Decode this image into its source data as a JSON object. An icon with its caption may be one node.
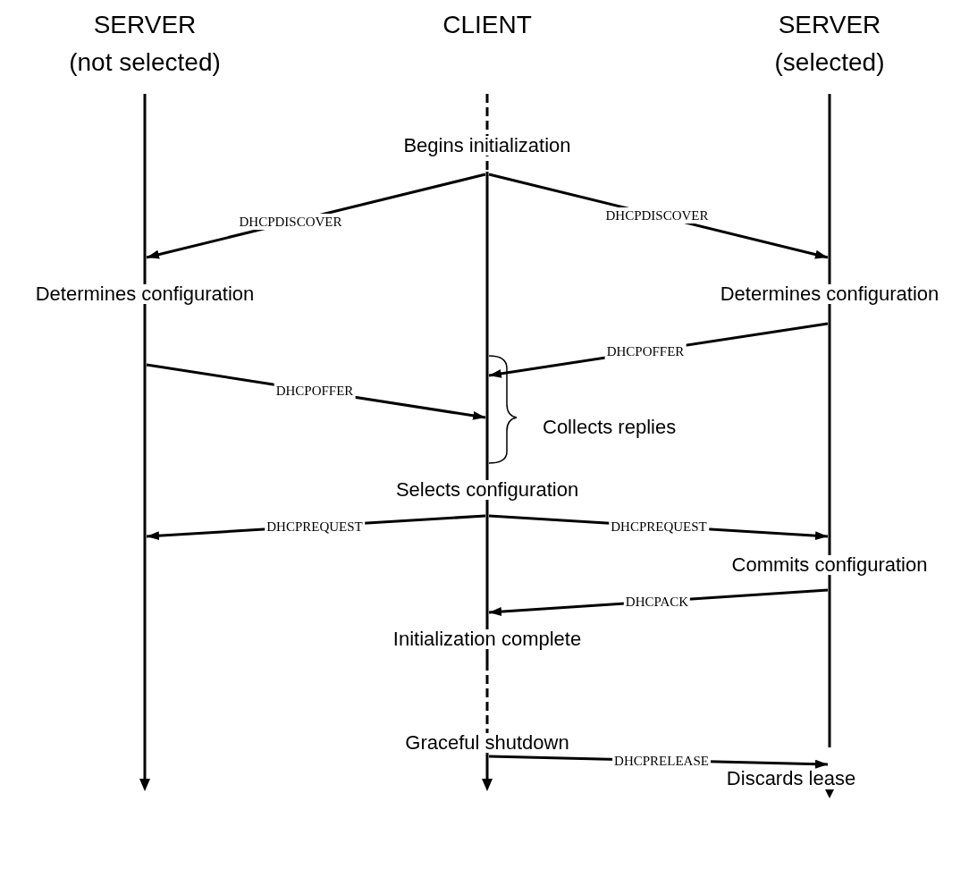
{
  "diagram": {
    "nodes": [
      {
        "text": [
          "SERVER",
          "(not selected)",
          "Determines configuration"
        ]
      },
      {
        "text": [
          "CLIENT",
          "Begins initialization",
          "Collects replies",
          "Selects configuration",
          "Initialization complete",
          "Graceful shutdown"
        ]
      },
      {
        "text": [
          "SERVER",
          "(selected)",
          "Determines configuration",
          "Commits configuration",
          "Discards lease"
        ]
      }
    ],
    "edges": [
      {
        "from": 1,
        "to": 0,
        "arrow": "to",
        "label": "DHCPDISCOVER"
      },
      {
        "from": 1,
        "to": 2,
        "arrow": "to",
        "label": "DHCPDISCOVER"
      },
      {
        "from": 2,
        "to": 1,
        "arrow": "to",
        "label": "DHCPOFFER"
      },
      {
        "from": 0,
        "to": 1,
        "arrow": "to",
        "label": "DHCPOFFER"
      },
      {
        "from": 1,
        "to": 0,
        "arrow": "to",
        "label": "DHCPREQUEST"
      },
      {
        "from": 1,
        "to": 2,
        "arrow": "to",
        "label": "DHCPREQUEST"
      },
      {
        "from": 2,
        "to": 1,
        "arrow": "to",
        "label": "DHCPACK"
      },
      {
        "from": 1,
        "to": 2,
        "arrow": "to",
        "label": "DHCPRELEASE"
      }
    ]
  }
}
